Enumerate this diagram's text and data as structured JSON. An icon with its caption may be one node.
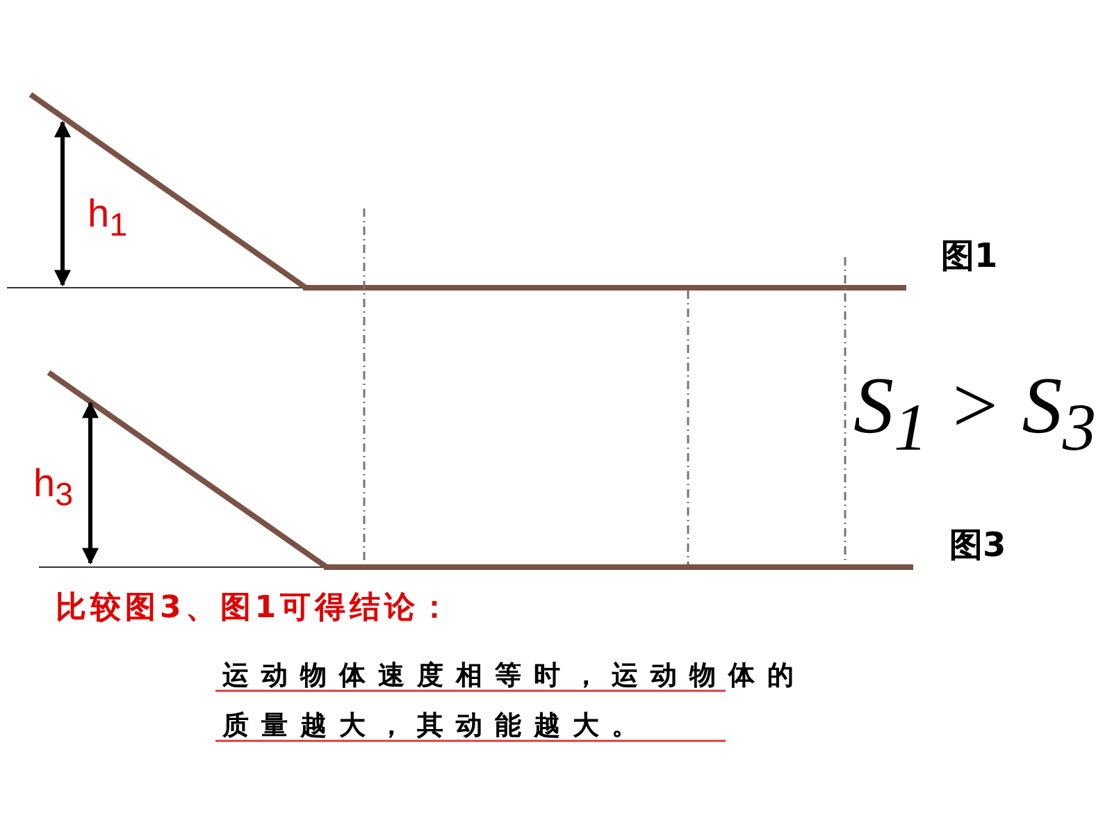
{
  "diagram": {
    "labels": [
      "h$_{1}$",
      "图1",
      "S$_{1}$ > S$_{3}$",
      "h$_{3}$",
      "图3",
      "比较图3、图1可得结论：",
      "运动物体速度相等时，运动物体的质量越大，其动能越大。"
    ]
  }
}
